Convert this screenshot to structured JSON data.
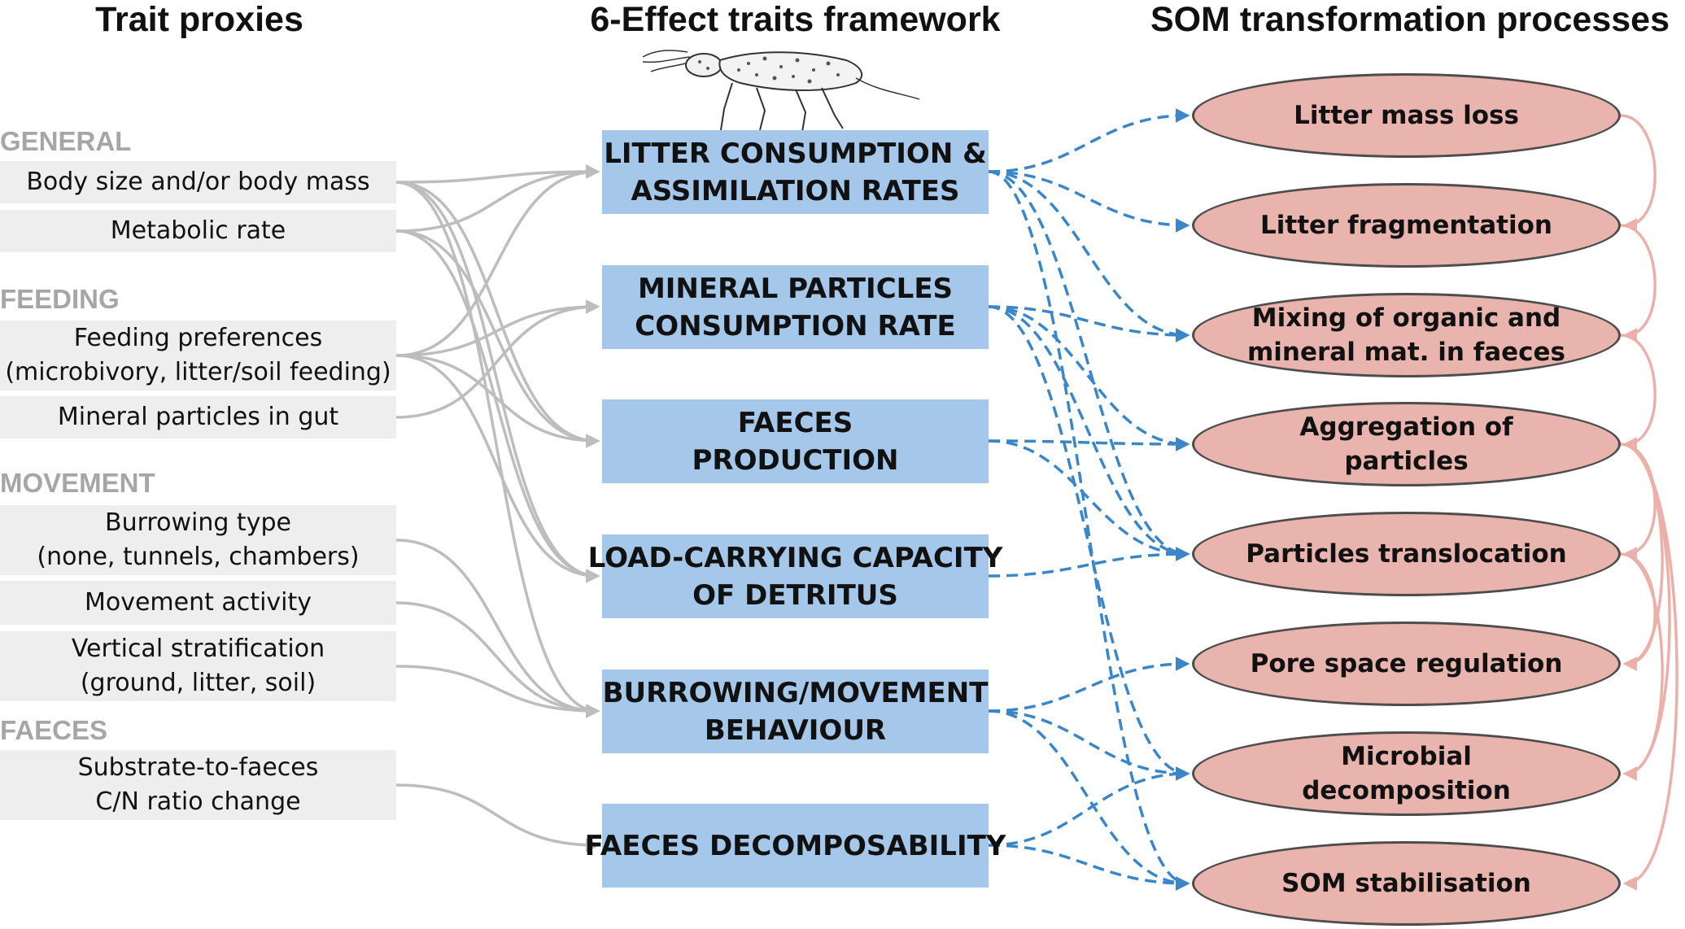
{
  "headers": {
    "proxies": "Trait proxies",
    "effects": "6-Effect traits framework",
    "processes": "SOM transformation processes"
  },
  "categories": {
    "general": "GENERAL",
    "feeding": "FEEDING",
    "movement": "MOVEMENT",
    "faeces": "FAECES"
  },
  "proxies": [
    {
      "line1": "Body size and/or body mass",
      "line2": ""
    },
    {
      "line1": "Metabolic rate",
      "line2": ""
    },
    {
      "line1": "Feeding preferences",
      "line2": "(microbivory, litter/soil feeding)"
    },
    {
      "line1": "Mineral particles in gut",
      "line2": ""
    },
    {
      "line1": "Burrowing type",
      "line2": "(none, tunnels, chambers)"
    },
    {
      "line1": "Movement activity",
      "line2": ""
    },
    {
      "line1": "Vertical stratification",
      "line2": "(ground, litter, soil)"
    },
    {
      "line1": "Substrate-to-faeces",
      "line2": "C/N ratio change"
    }
  ],
  "effects": [
    {
      "line1": "LITTER CONSUMPTION &",
      "line2": "ASSIMILATION RATES"
    },
    {
      "line1": "MINERAL PARTICLES",
      "line2": "CONSUMPTION RATE"
    },
    {
      "line1": "FAECES",
      "line2": "PRODUCTION"
    },
    {
      "line1": "LOAD-CARRYING CAPACITY",
      "line2": "OF DETRITUS"
    },
    {
      "line1": "BURROWING/MOVEMENT",
      "line2": "BEHAVIOUR"
    },
    {
      "line1": "FAECES DECOMPOSABILITY",
      "line2": ""
    }
  ],
  "processes": [
    {
      "line1": "Litter mass loss",
      "line2": ""
    },
    {
      "line1": "Litter fragmentation",
      "line2": ""
    },
    {
      "line1": "Mixing of organic and",
      "line2": "mineral mat. in faeces"
    },
    {
      "line1": "Aggregation of",
      "line2": "particles"
    },
    {
      "line1": "Particles translocation",
      "line2": ""
    },
    {
      "line1": "Pore space regulation",
      "line2": ""
    },
    {
      "line1": "Microbial",
      "line2": "decomposition"
    },
    {
      "line1": "SOM stabilisation",
      "line2": ""
    }
  ],
  "links": {
    "proxy_to_effect": [
      [
        0,
        0
      ],
      [
        0,
        2
      ],
      [
        0,
        3
      ],
      [
        0,
        4
      ],
      [
        1,
        0
      ],
      [
        1,
        2
      ],
      [
        1,
        3
      ],
      [
        2,
        0
      ],
      [
        2,
        1
      ],
      [
        2,
        2
      ],
      [
        2,
        3
      ],
      [
        3,
        1
      ],
      [
        4,
        4
      ],
      [
        5,
        4
      ],
      [
        6,
        4
      ],
      [
        7,
        5
      ]
    ],
    "effect_to_process": [
      [
        0,
        0
      ],
      [
        0,
        1
      ],
      [
        0,
        2
      ],
      [
        0,
        4
      ],
      [
        0,
        7
      ],
      [
        1,
        2
      ],
      [
        1,
        3
      ],
      [
        1,
        4
      ],
      [
        1,
        6
      ],
      [
        2,
        3
      ],
      [
        2,
        4
      ],
      [
        3,
        4
      ],
      [
        4,
        5
      ],
      [
        4,
        6
      ],
      [
        4,
        7
      ],
      [
        5,
        6
      ],
      [
        5,
        7
      ]
    ],
    "process_to_process": [
      [
        0,
        1
      ],
      [
        1,
        2
      ],
      [
        2,
        3
      ],
      [
        3,
        4
      ],
      [
        3,
        5
      ],
      [
        3,
        6
      ],
      [
        3,
        7
      ],
      [
        4,
        5
      ],
      [
        4,
        6
      ]
    ]
  },
  "colors": {
    "proxy_box": "#eeeeee",
    "effect_box": "#a5c8ea",
    "process_fill": "#e8b4ad",
    "process_border": "#4d4d4d",
    "proxy_links": "#bdbdbd",
    "effect_links": "#3a86c8",
    "process_links": "#ecb0aa",
    "category_text": "#a6a6a6"
  },
  "icons": {
    "springtail": "springtail-illustration"
  }
}
